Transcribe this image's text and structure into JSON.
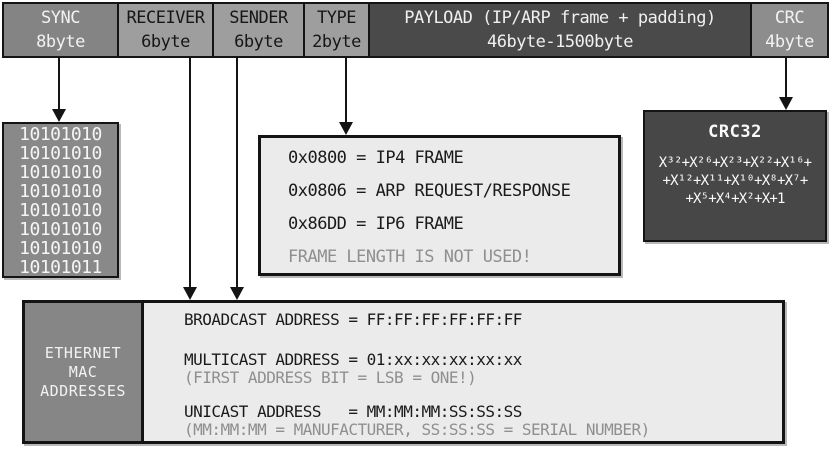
{
  "header": {
    "fields": [
      {
        "label": "SYNC",
        "size": "8byte"
      },
      {
        "label": "RECEIVER",
        "size": "6byte"
      },
      {
        "label": "SENDER",
        "size": "6byte"
      },
      {
        "label": "TYPE",
        "size": "2byte"
      },
      {
        "label": "PAYLOAD (IP/ARP frame + padding)",
        "size": "46byte-1500byte"
      },
      {
        "label": "CRC",
        "size": "4byte"
      }
    ]
  },
  "sync_detail": {
    "lines": [
      "10101010",
      "10101010",
      "10101010",
      "10101010",
      "10101010",
      "10101010",
      "10101010",
      "10101011"
    ]
  },
  "type_detail": {
    "entries": [
      "0x0800 = IP4 FRAME",
      "0x0806 = ARP REQUEST/RESPONSE",
      "0x86DD = IP6 FRAME"
    ],
    "note": "FRAME LENGTH IS NOT USED!"
  },
  "crc_detail": {
    "title": "CRC32",
    "polynomial_lines": [
      "X³²+X²⁶+X²³+X²²+X¹⁶+",
      "+X¹²+X¹¹+X¹⁰+X⁸+X⁷+",
      "+X⁵+X⁴+X²+X+1"
    ]
  },
  "mac_detail": {
    "label_lines": [
      "ETHERNET",
      "MAC",
      "ADDRESSES"
    ],
    "rows": [
      {
        "main": "BROADCAST ADDRESS = FF:FF:FF:FF:FF:FF"
      },
      {
        "main": "MULTICAST ADDRESS = 01:xx:xx:xx:xx:xx",
        "note": "(FIRST ADDRESS BIT = LSB = ONE!)"
      },
      {
        "main": "UNICAST ADDRESS   = MM:MM:MM:SS:SS:SS",
        "note": "(MM:MM:MM = MANUFACTURER, SS:SS:SS = SERIAL NUMBER)"
      }
    ]
  },
  "colors": {
    "dark_box": "#4a4a4a",
    "mid_gray_box": "#898989",
    "field_gray": "#9e9e9e",
    "detail_light": "#ebebeb",
    "note_gray": "#8f8f8f",
    "line_black": "#141414"
  }
}
